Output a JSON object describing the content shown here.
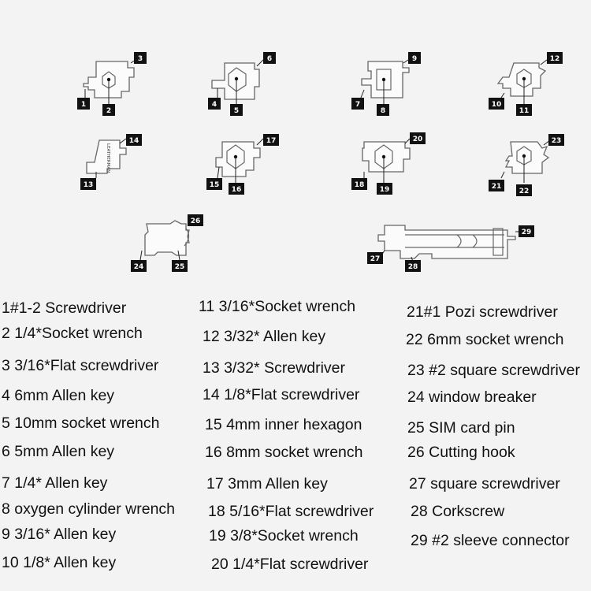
{
  "callout_numbers": [
    "1",
    "2",
    "3",
    "4",
    "5",
    "6",
    "7",
    "8",
    "9",
    "10",
    "11",
    "12",
    "13",
    "14",
    "15",
    "16",
    "17",
    "18",
    "19",
    "20",
    "21",
    "22",
    "23",
    "24",
    "25",
    "26",
    "27",
    "28",
    "29"
  ],
  "engraving_text": "LEATHERMAN",
  "legend": [
    "1#1-2 Screwdriver",
    "2 1/4*Socket wrench",
    "3 3/16*Flat screwdriver",
    "4 6mm Allen key",
    "5 10mm socket wrench",
    "6 5mm Allen key",
    "7 1/4* Allen key",
    "8 oxygen cylinder wrench",
    "9 3/16* Allen key",
    "10 1/8* Allen key",
    "11 3/16*Socket wrench",
    "12 3/32* Allen key",
    "13 3/32* Screwdriver",
    "14 1/8*Flat screwdriver",
    "15 4mm inner hexagon",
    "16 8mm socket wrench",
    "17 3mm Allen key",
    "18 5/16*Flat screwdriver",
    "19 3/8*Socket wrench",
    "20 1/4*Flat screwdriver",
    "21#1 Pozi screwdriver",
    "22 6mm socket wrench",
    "23 #2 square screwdriver",
    "24 window breaker",
    "25 SIM card pin",
    "26 Cutting hook",
    "27 square screwdriver",
    "28 Corkscrew",
    "29 #2 sleeve connector"
  ]
}
